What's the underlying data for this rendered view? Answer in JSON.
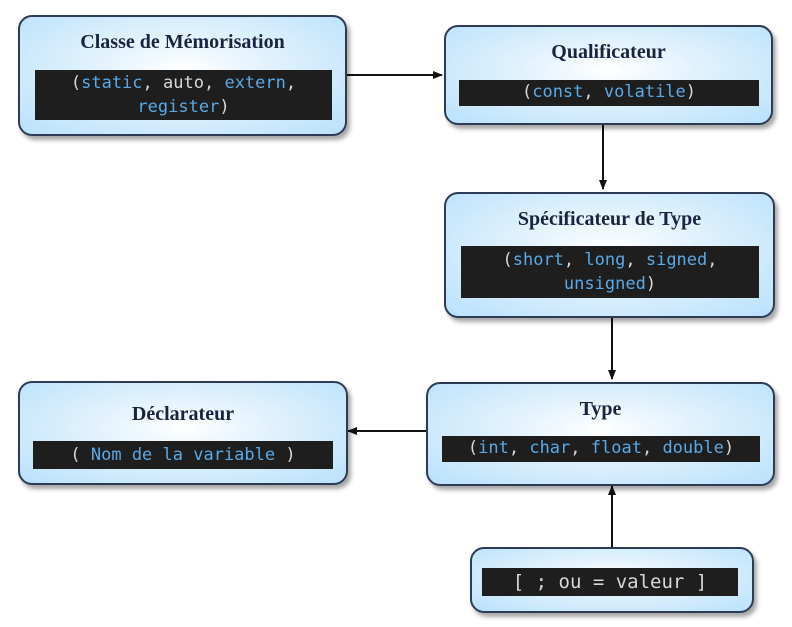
{
  "boxes": {
    "classe": {
      "title": "Classe de Mémorisation",
      "open": "(",
      "kw1": "static",
      "sep1": ", ",
      "kw2": "auto",
      "sep2": ", ",
      "kw3": "extern",
      "sep3": ",",
      "kw4": "register",
      "close": ")"
    },
    "qualificateur": {
      "title": "Qualificateur",
      "open": "(",
      "kw1": "const",
      "sep1": ", ",
      "kw2": "volatile",
      "close": ")"
    },
    "specificateur": {
      "title": "Spécificateur de Type",
      "open": "(",
      "kw1": "short",
      "sep1": ", ",
      "kw2": "long",
      "sep2": ", ",
      "kw3": "signed",
      "sep3": ",",
      "kw4": "unsigned",
      "close": ")"
    },
    "type": {
      "title": "Type",
      "open": "(",
      "kw1": "int",
      "sep1": ", ",
      "kw2": "char",
      "sep2": ", ",
      "kw3": "float",
      "sep3": ", ",
      "kw4": "double",
      "close": ")"
    },
    "declarateur": {
      "title": "Déclarateur",
      "open": "( ",
      "kw1": "Nom de la variable",
      "close": " )"
    },
    "valeur": {
      "code": "[ ; ou = valeur ]"
    }
  },
  "colors": {
    "keyword": "#5aa9e6",
    "code_bg": "#1e1e1e",
    "border": "#2d3b57"
  }
}
